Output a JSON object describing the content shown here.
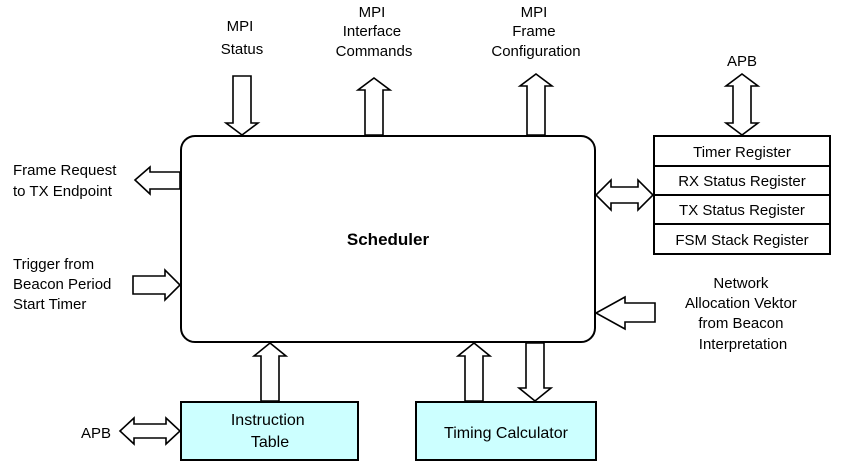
{
  "scheduler": {
    "label": "Scheduler"
  },
  "top_labels": {
    "mpi_status": [
      "MPI",
      "Status"
    ],
    "mpi_interface_commands": [
      "MPI",
      "Interface",
      "Commands"
    ],
    "mpi_frame_configuration": [
      "MPI",
      "Frame",
      "Configuration"
    ],
    "apb_top": [
      "APB"
    ]
  },
  "left_labels": {
    "frame_request": [
      "Frame Request",
      "to TX Endpoint"
    ],
    "trigger": [
      "Trigger from",
      "Beacon Period",
      "Start Timer"
    ],
    "apb_bottom": [
      "APB"
    ]
  },
  "right_labels": {
    "nav": [
      "Network",
      "Allocation Vektor",
      "from Beacon",
      "Interpretation"
    ]
  },
  "registers": [
    {
      "label": "Timer Register"
    },
    {
      "label": "RX Status Register"
    },
    {
      "label": "TX Status Register"
    },
    {
      "label": "FSM Stack Register"
    }
  ],
  "instruction_table": {
    "lines": [
      "Instruction",
      "Table"
    ]
  },
  "timing_calculator": {
    "label": "Timing Calculator"
  },
  "colors": {
    "block_fill": "#ccffff",
    "scheduler_fill": "#ffffff"
  }
}
